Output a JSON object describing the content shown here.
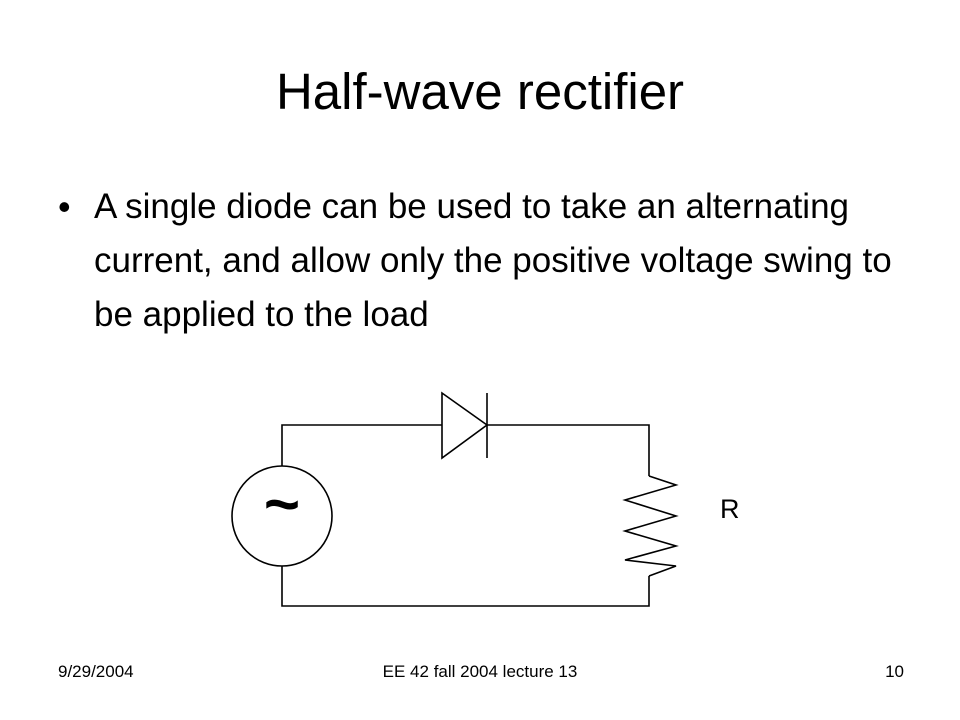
{
  "slide": {
    "title": "Half-wave rectifier",
    "bullet_symbol": "•",
    "bullets": [
      "A single diode can be used to take an alternating current, and allow only the positive voltage swing to be applied to the load"
    ]
  },
  "circuit": {
    "source_symbol": "~",
    "resistor_label": "R",
    "components": [
      "ac-source",
      "diode",
      "resistor"
    ]
  },
  "footer": {
    "date": "9/29/2004",
    "course": "EE 42 fall 2004 lecture 13",
    "page_number": "10"
  }
}
